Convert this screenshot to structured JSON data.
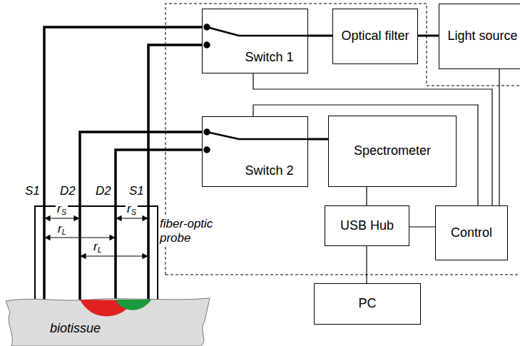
{
  "diagram": {
    "nodes": [
      {
        "text": [
          "Switch 1"
        ]
      },
      {
        "text": [
          "Optical filter"
        ]
      },
      {
        "text": [
          "Light source"
        ]
      },
      {
        "text": [
          "Switch 2"
        ]
      },
      {
        "text": [
          "Spectrometer"
        ]
      },
      {
        "text": [
          "USB Hub"
        ]
      },
      {
        "text": [
          "Control"
        ]
      },
      {
        "text": [
          "fiber-optic probe"
        ]
      },
      {
        "text": [
          "biotissue"
        ]
      },
      {
        "text": [
          "PC"
        ]
      }
    ],
    "edges": [
      {
        "from": 0,
        "to": 7,
        "arrow": "none"
      },
      {
        "from": 0,
        "to": 7,
        "arrow": "none"
      },
      {
        "from": 3,
        "to": 7,
        "arrow": "none"
      },
      {
        "from": 3,
        "to": 7,
        "arrow": "none"
      },
      {
        "from": 0,
        "to": 1,
        "arrow": "none"
      },
      {
        "from": 1,
        "to": 2,
        "arrow": "none"
      },
      {
        "from": 3,
        "to": 4,
        "arrow": "none"
      },
      {
        "from": 4,
        "to": 5,
        "arrow": "none"
      },
      {
        "from": 5,
        "to": 6,
        "arrow": "none"
      },
      {
        "from": 5,
        "to": 9,
        "arrow": "none"
      },
      {
        "from": 0,
        "to": 6,
        "arrow": "none"
      },
      {
        "from": 3,
        "to": 6,
        "arrow": "none"
      },
      {
        "from": 2,
        "to": 6,
        "arrow": "none"
      }
    ],
    "labels": [
      "S1",
      "D2",
      "D2",
      "S1",
      "rS",
      "rS",
      "rL",
      "rL"
    ]
  }
}
